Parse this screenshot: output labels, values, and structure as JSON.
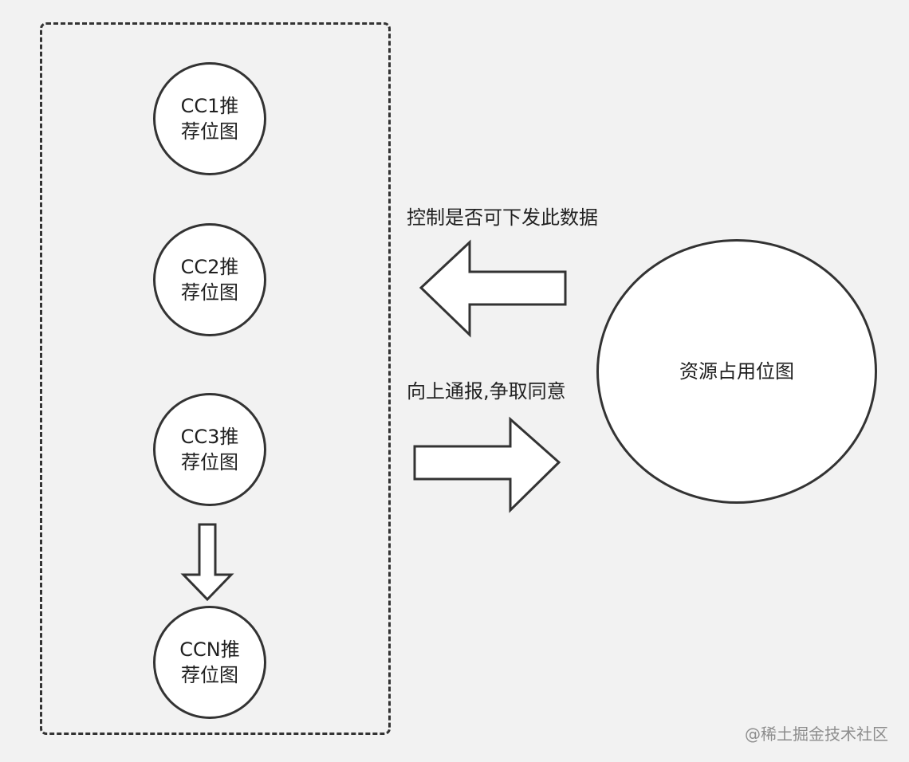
{
  "nodes": {
    "cc1": "CC1推荐位图",
    "cc2": "CC2推荐位图",
    "cc3": "CC3推荐位图",
    "ccn": "CCN推荐位图",
    "resource": "资源占用位图"
  },
  "edges": {
    "control": "控制是否可下发此数据",
    "report": "向上通报,争取同意"
  },
  "watermark": "@稀土掘金技术社区"
}
